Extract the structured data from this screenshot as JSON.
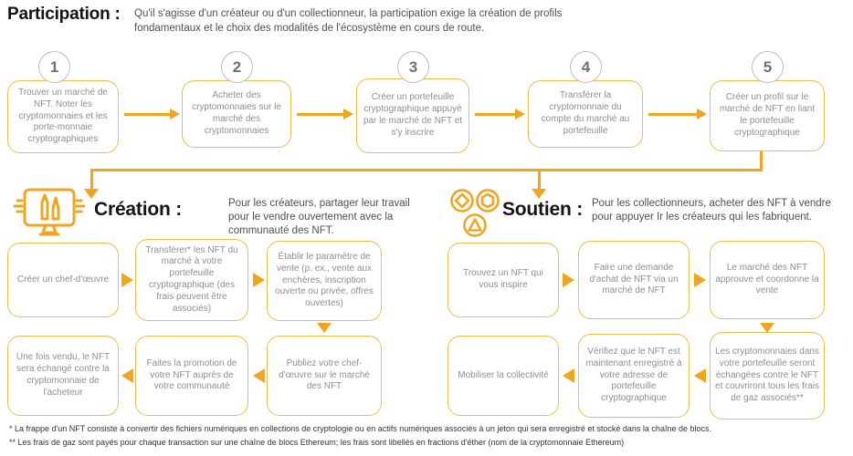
{
  "participation": {
    "title": "Participation :",
    "description": "Qu'il s'agisse d'un créateur ou d'un collectionneur, la participation exige la création de profils fondamentaux et le choix des modalités de l'écosystème en cours de route.",
    "steps": [
      {
        "number": "1",
        "text": "Trouver un marché de NFT. Noter les cryptomonnaies et les porte-monnaie cryptographiques"
      },
      {
        "number": "2",
        "text": "Acheter des cryptomonnaies sur le marché des cryptomonnaies"
      },
      {
        "number": "3",
        "text": "Créer un portefeuille cryptographique appuyé par le marché de NFT et s'y inscrire"
      },
      {
        "number": "4",
        "text": "Transférer la cryptomonnaie du compte du marché au portefeuille"
      },
      {
        "number": "5",
        "text": "Créer un profil sur le marché de NFT en liant le portefeuille cryptographique"
      }
    ]
  },
  "creation": {
    "title": "Création :",
    "description": "Pour les créateurs, partager leur travail pour le vendre ouvertement avec la communauté des NFT.",
    "icon": "monitor-design-tools-icon",
    "row1": [
      "Créer un chef-d'œuvre",
      "Transférer* les NFT du marché à votre portefeuille cryptographique (des frais peuvent être associés)",
      "Établir le paramètre de vente (p. ex., vente aux enchères, inscription ouverte ou privée, offres ouvertes)"
    ],
    "row2": [
      "Une fois vendu, le NFT sera échangé contre la cryptomonnaie de l'acheteur",
      "Faites la promotion de votre NFT auprès de votre communauté",
      "Publiez votre chef-d'œuvre sur le marché des NFT"
    ]
  },
  "soutien": {
    "title": "Soutien :",
    "description": "Pour les collectionneurs, acheter des NFT à vendre pour appuyer Ir les créateurs qui les fabriquent.",
    "icon": "community-shapes-icon",
    "row1": [
      "Trouvez un NFT qui vous inspire",
      "Faire une demande d'achat de NFT via un marché de NFT",
      "Le marché des NFT approuve et coordonne la vente"
    ],
    "row2": [
      "Mobiliser la collectivité",
      "Vérifiez que le NFT est maintenant enregistré à votre adresse de portefeuille cryptographique",
      "Les cryptomonnaies dans votre portefeuille seront échangées contre le NFT et couvriront tous les frais de gaz associés**"
    ]
  },
  "footnotes": [
    "* La frappe d'un NFT consiste à convertir des fichiers numériques en collections de cryptologie ou en actifs numériques associés à un jeton qui sera enregistré et stocké dans la chaîne de blocs.",
    "** Les frais de gaz sont payés pour chaque transaction sur une chaîne de blocs Ethereum; les frais sont libellés en fractions d'éther (nom de la cryptomonnaie Ethereum)"
  ],
  "colors": {
    "accent_amber": "#F1A41C",
    "box_border": "#F3BA4A",
    "box_text": "#8d8e96",
    "circle_border": "#bdbdbd",
    "circle_number": "#6e6f77",
    "heading": "#141414"
  }
}
